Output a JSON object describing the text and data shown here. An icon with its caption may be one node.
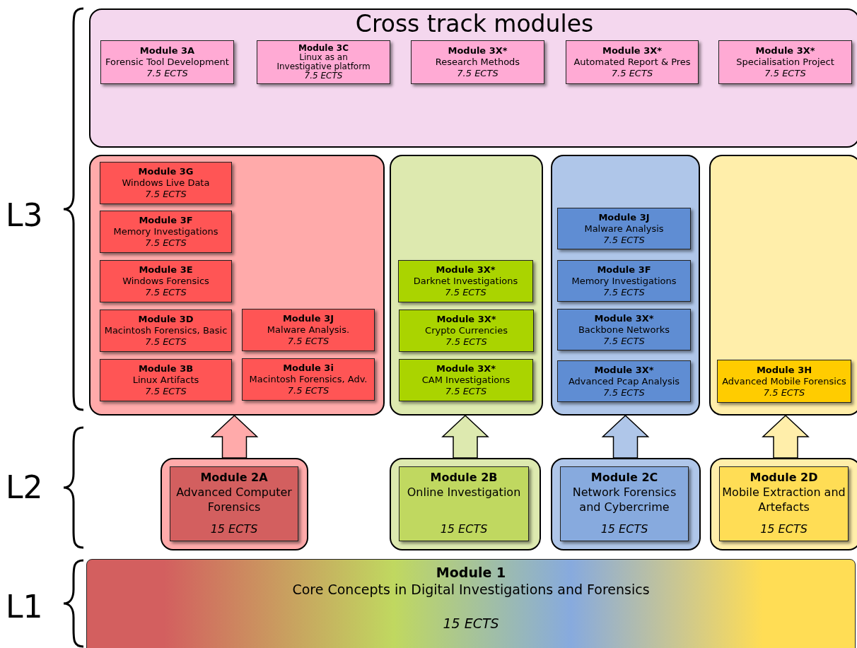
{
  "diagram": {
    "nodes": [
      {
        "text": [
          "Cross track modules"
        ]
      },
      {
        "text": [
          "Module 3A",
          "Forensic Tool Development",
          "7.5 ECTS"
        ],
        "in": 0
      },
      {
        "text": [
          "Module 3C",
          "Linux as an Investigative platform",
          "7.5 ECTS"
        ],
        "in": 0
      },
      {
        "text": [
          "Module 3X*",
          "Research Methods",
          "7.5 ECTS"
        ],
        "in": 0
      },
      {
        "text": [
          "Module 3X*",
          "Automated Report & Pres",
          "7.5 ECTS"
        ],
        "in": 0
      },
      {
        "text": [
          "Module 3X*",
          "Specialisation Project",
          "7.5 ECTS"
        ],
        "in": 0
      },
      {
        "text": [],
        "shape": "box"
      },
      {
        "text": [
          "Module 3G",
          "Windows Live Data",
          "7.5 ECTS"
        ],
        "in": 6
      },
      {
        "text": [
          "Module 3F",
          "Memory Investigations",
          "7.5 ECTS"
        ],
        "in": 6
      },
      {
        "text": [
          "Module 3E",
          "Windows Forensics",
          "7.5 ECTS"
        ],
        "in": 6
      },
      {
        "text": [
          "Module 3D",
          "Macintosh Forensics, Basic",
          "7.5 ECTS"
        ],
        "in": 6
      },
      {
        "text": [
          "Module 3J",
          "Malware Analysis.",
          "7.5 ECTS"
        ],
        "in": 6
      },
      {
        "text": [
          "Module 3B",
          "Linux Artifacts",
          "7.5 ECTS"
        ],
        "in": 6
      },
      {
        "text": [
          "Module 3i",
          "Macintosh Forensics, Adv.",
          "7.5 ECTS"
        ],
        "in": 6
      },
      {
        "text": [],
        "shape": "box"
      },
      {
        "text": [
          "Module 3X*",
          "Darknet Investigations",
          "7.5 ECTS"
        ],
        "in": 14
      },
      {
        "text": [
          "Module 3X*",
          "Crypto Currencies",
          "7.5 ECTS"
        ],
        "in": 14
      },
      {
        "text": [
          "Module 3X*",
          "CAM Investigations",
          "7.5 ECTS"
        ],
        "in": 14
      },
      {
        "text": [],
        "shape": "box"
      },
      {
        "text": [
          "Module 3J",
          "Malware Analysis",
          "7.5 ECTS"
        ],
        "in": 18
      },
      {
        "text": [
          "Module 3F",
          "Memory Investigations",
          "7.5 ECTS"
        ],
        "in": 18
      },
      {
        "text": [
          "Module 3X*",
          "Backbone Networks",
          "7.5 ECTS"
        ],
        "in": 18
      },
      {
        "text": [
          "Module 3X*",
          "Advanced Pcap Analysis",
          "7.5 ECTS"
        ],
        "in": 18
      },
      {
        "text": [],
        "shape": "box"
      },
      {
        "text": [
          "Module 3H",
          "Advanced Mobile Forensics",
          "7.5 ECTS"
        ],
        "in": 23
      },
      {
        "text": [],
        "shape": "box"
      },
      {
        "text": [
          "Module 2A",
          "Advanced Computer Forensics",
          "15 ECTS"
        ],
        "in": 25
      },
      {
        "text": [],
        "shape": "box"
      },
      {
        "text": [
          "Module 2B",
          "Online Investigation",
          "15 ECTS"
        ],
        "in": 27
      },
      {
        "text": [],
        "shape": "box"
      },
      {
        "text": [
          "Module 2C",
          "Network Forensics and Cybercrime",
          "15 ECTS"
        ],
        "in": 29
      },
      {
        "text": [],
        "shape": "box"
      },
      {
        "text": [
          "Module 2D",
          "Mobile Extraction and Artefacts",
          "15 ECTS"
        ],
        "in": 31
      },
      {
        "text": [
          "Module 1",
          "Core Concepts in Digital Investigations and Forensics",
          "15 ECTS"
        ]
      }
    ],
    "edges": [
      {
        "from": 25,
        "to": 6,
        "arrow": "to",
        "color": "#ffaaaa"
      },
      {
        "from": 27,
        "to": 14,
        "arrow": "to",
        "color": "#dde9af"
      },
      {
        "from": 29,
        "to": 18,
        "arrow": "to",
        "color": "#afc6e9"
      },
      {
        "from": 31,
        "to": 23,
        "arrow": "to",
        "color": "#ffeeaa"
      }
    ],
    "labels": [
      "L3",
      "L2",
      "L1"
    ]
  }
}
